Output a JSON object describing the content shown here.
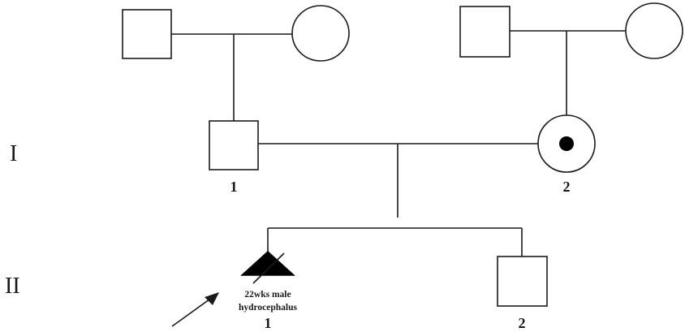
{
  "generations": {
    "gen1": "I",
    "gen2": "II"
  },
  "individuals": {
    "i1_label": "1",
    "i2_label": "2",
    "ii1_label": "1",
    "ii2_label": "2",
    "ii1_note_line1": "22wks male",
    "ii1_note_line2": "hydrocephalus"
  },
  "colors": {
    "ink": "#1a1a1a",
    "background": "#ffffff"
  }
}
